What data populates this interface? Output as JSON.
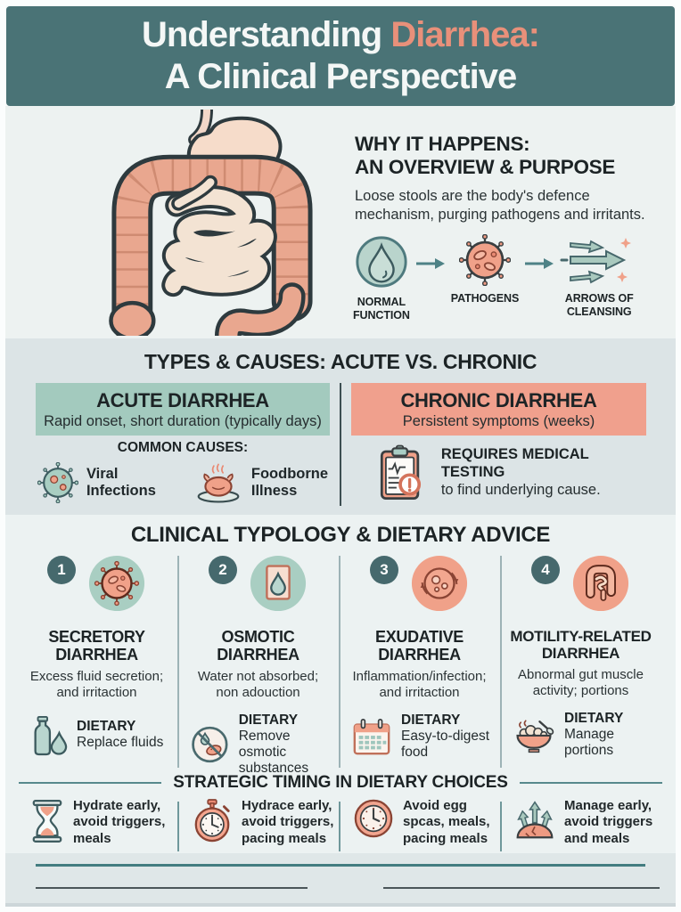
{
  "colors": {
    "header_bg": "#4a7376",
    "accent_salmon": "#e8907a",
    "acute_box": "#a3cabe",
    "chronic_box": "#f0a08d",
    "badge_teal": "#46696d",
    "section_light": "#edf2f1",
    "section_mid": "#dce4e6",
    "text_dark": "#1c2325"
  },
  "header": {
    "title_part1": "Understanding ",
    "title_accent": "Diarrhea:",
    "title_line2": "A Clinical Perspective"
  },
  "overview": {
    "illustration": "digestive-tract-intestines",
    "heading": "WHY IT HAPPENS:\nAN OVERVIEW & PURPOSE",
    "body": "Loose stools are the body's defence\nmechanism, purging pathogens and irritants.",
    "steps": [
      {
        "icon": "droplet-circle-icon",
        "label": "NORMAL\nFUNCTION"
      },
      {
        "icon": "virus-icon",
        "label": "PATHOGENS"
      },
      {
        "icon": "cleansing-arrows-icon",
        "label": "ARROWS OF\nCLEANSING"
      }
    ]
  },
  "types": {
    "title": "TYPES & CAUSES: ACUTE VS. CHRONIC",
    "acute": {
      "title": "ACUTE DIARRHEA",
      "subtitle": "Rapid onset, short duration (typically days)",
      "causes_heading": "COMMON CAUSES:",
      "causes": [
        {
          "icon": "virus-icon",
          "label": "Viral\nInfections"
        },
        {
          "icon": "roast-chicken-icon",
          "label": "Foodborne\nIllness"
        }
      ]
    },
    "chronic": {
      "title": "CHRONIC DIARRHEA",
      "subtitle": "Persistent symptoms (weeks)",
      "icon": "clipboard-alert-icon",
      "note_bold": "REQUIRES MEDICAL TESTING",
      "note_rest": "to find underlying cause."
    }
  },
  "typology": {
    "title": "CLINICAL TYPOLOGY & DIETARY ADVICE",
    "columns": [
      {
        "number": "1",
        "icon": "virus-circle-icon",
        "name": "SECRETORY\nDIARRHEA",
        "description": "Excess fluid secretion;\nand irritaction",
        "dietary_label": "DIETARY",
        "dietary_icon": "bottle-droplet-icon",
        "dietary_text": "Replace fluids"
      },
      {
        "number": "2",
        "icon": "absorb-card-icon",
        "name": "OSMOTIC\nDIARRHEA",
        "description": "Water not absorbed;\nnon adouction",
        "dietary_label": "DIETARY",
        "dietary_icon": "no-osmotic-icon",
        "dietary_text": "Remove osmotic\nsubstances"
      },
      {
        "number": "3",
        "icon": "cell-circle-icon",
        "name": "EXUDATIVE\nDIARRHEA",
        "description": "Inflammation/infection;\nand irritaction",
        "dietary_label": "DIETARY",
        "dietary_icon": "calendar-icon",
        "dietary_text": "Easy-to-digest\nfood"
      },
      {
        "number": "4",
        "icon": "intestine-circle-icon",
        "name": "MOTILITY-RELATED\nDIARRHEA",
        "description": "Abnormal gut muscle\nactivity; portions",
        "dietary_label": "DIETARY",
        "dietary_icon": "bowl-spoon-icon",
        "dietary_text": "Manage\nportions"
      }
    ]
  },
  "timing": {
    "title": "STRATEGIC TIMING IN DIETARY CHOICES",
    "items": [
      {
        "icon": "hourglass-icon",
        "text": "Hydrate early,\navoid triggers,\nmeals"
      },
      {
        "icon": "stopwatch-icon",
        "text": "Hydrace early,\navoid triggers,\npacing meals"
      },
      {
        "icon": "clock-icon",
        "text": "Avoid egg\nspcas, meals,\npacing meals"
      },
      {
        "icon": "arrows-up-mound-icon",
        "text": "Manage early,\navoid triggers\nand meals"
      }
    ]
  }
}
